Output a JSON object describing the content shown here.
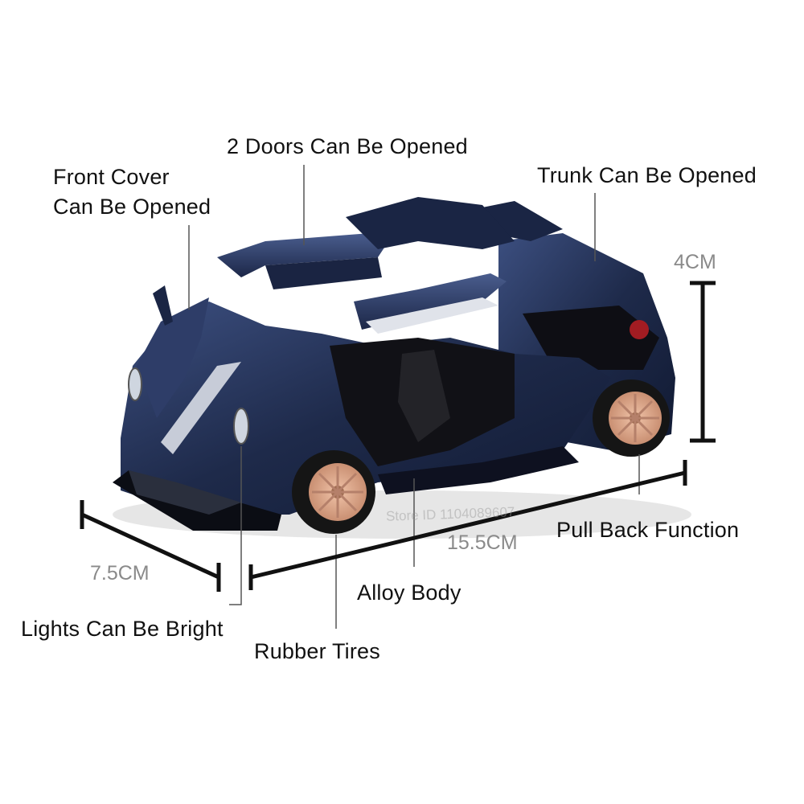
{
  "callouts": {
    "front_cover_line1": "Front Cover",
    "front_cover_line2": "Can Be Opened",
    "doors": "2 Doors Can Be Opened",
    "trunk": "Trunk Can Be Opened",
    "pull_back": "Pull Back Function",
    "alloy_body": "Alloy Body",
    "lights": "Lights Can Be Bright",
    "rubber_tires": "Rubber Tires"
  },
  "dimensions": {
    "height": "4CM",
    "length": "15.5CM",
    "width": "7.5CM"
  },
  "watermark": "Store ID 1104089607",
  "colors": {
    "body": "#1e2a4a",
    "body_highlight": "#3c4f80",
    "wheel_rim": "#d9a58a",
    "leader_line": "#555555",
    "dimension_bar": "#111111"
  }
}
